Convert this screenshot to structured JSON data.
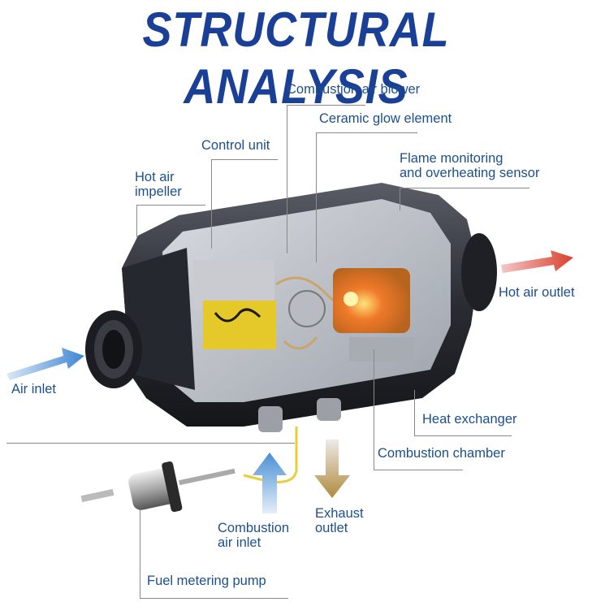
{
  "title": "STRUCTURAL ANALYSIS",
  "labels": {
    "combustion_air_blower": "Combustion air blower",
    "ceramic_glow_element": "Ceramic glow element",
    "control_unit": "Control unit",
    "flame_monitoring_1": "Flame monitoring",
    "flame_monitoring_2": "and overheating sensor",
    "hot_air_impeller_1": "Hot air",
    "hot_air_impeller_2": "impeller",
    "hot_air_outlet": "Hot air outlet",
    "air_inlet": "Air inlet",
    "heat_exchanger": "Heat exchanger",
    "combustion_chamber": "Combustion chamber",
    "combustion_air_inlet_1": "Combustion",
    "combustion_air_inlet_2": "air inlet",
    "exhaust_outlet_1": "Exhaust",
    "exhaust_outlet_2": "outlet",
    "fuel_metering_pump": "Fuel metering pump"
  },
  "colors": {
    "title": "#1a3f96",
    "label": "#1d4f8c",
    "leader_line": "#8a8a8a",
    "hot_arrow": "#d94a3a",
    "cold_arrow": "#4a8fd6",
    "exhaust_arrow": "#b08a3a"
  }
}
